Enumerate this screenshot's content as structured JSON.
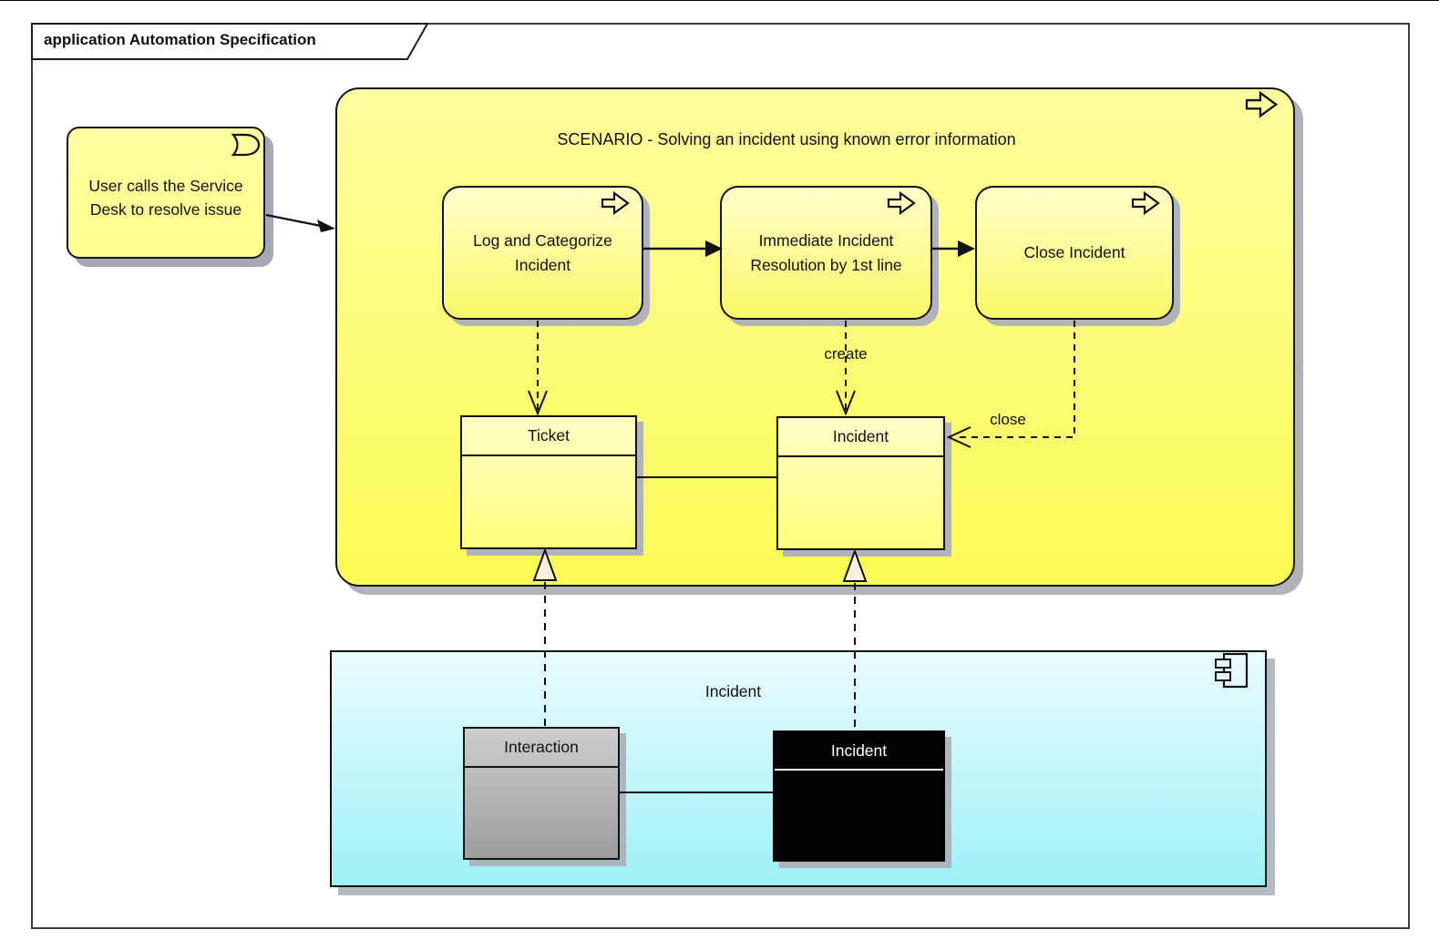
{
  "frame": {
    "title": "application Automation Specification"
  },
  "note": {
    "text": "User calls the Service Desk to resolve issue"
  },
  "scenario": {
    "title": "SCENARIO - Solving an incident using known error information",
    "processes": [
      {
        "label": "Log and Categorize Incident"
      },
      {
        "label": "Immediate Incident Resolution by 1st line"
      },
      {
        "label": "Close Incident"
      }
    ],
    "classes": [
      {
        "name": "Ticket"
      },
      {
        "name": "Incident"
      }
    ],
    "connector_labels": {
      "create": "create",
      "close": "close"
    }
  },
  "component": {
    "label": "Incident",
    "classes": [
      {
        "name": "Interaction"
      },
      {
        "name": "Incident"
      }
    ]
  },
  "icons": {
    "note_icon": "event-icon",
    "process_icon": "process-arrow-icon",
    "component_icon": "uml-component-icon"
  },
  "colors": {
    "scenario_yellow_top": "#fdfd9e",
    "scenario_yellow_bottom": "#fcfc55",
    "note_yellow": "#ffff96",
    "class_yellow_top": "#ffffc8",
    "class_yellow_bottom": "#ffff7d",
    "component_cyan_top": "#eafcfe",
    "component_cyan_bottom": "#9df1f7",
    "interaction_gray_top": "#cdcdcd",
    "interaction_gray_bottom": "#9d9d9d",
    "incident_black": "#000000",
    "shadow_gray": "#b2b2bd",
    "line_black": "#111111"
  }
}
